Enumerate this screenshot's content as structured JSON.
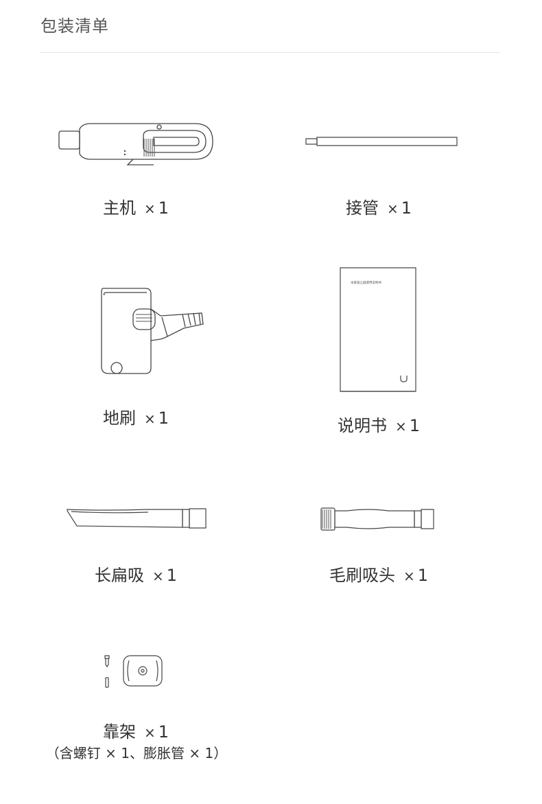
{
  "header": {
    "title": "包装清单"
  },
  "items": [
    {
      "name": "主机",
      "times": "×",
      "qty": "1"
    },
    {
      "name": "接管",
      "times": "×",
      "qty": "1"
    },
    {
      "name": "地刷",
      "times": "×",
      "qty": "1"
    },
    {
      "name": "说明书",
      "times": "×",
      "qty": "1"
    },
    {
      "name": "长扁吸",
      "times": "×",
      "qty": "1"
    },
    {
      "name": "毛刷吸头",
      "times": "×",
      "qty": "1"
    },
    {
      "name": "靠架",
      "times": "×",
      "qty": "1",
      "note": "（含螺钉 × 1、膨胀管 × 1）"
    }
  ],
  "manual": {
    "cover_title": "米家吸尘器使用说明书"
  }
}
